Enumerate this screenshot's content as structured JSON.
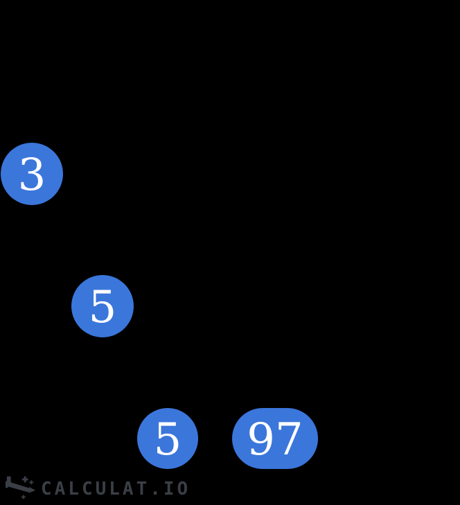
{
  "diagram": {
    "type": "factor-tree",
    "nodes": [
      {
        "value": "3",
        "shape": "circle"
      },
      {
        "value": "5",
        "shape": "circle"
      },
      {
        "value": "5",
        "shape": "circle"
      },
      {
        "value": "97",
        "shape": "pill"
      }
    ]
  },
  "watermark": {
    "text": "CALCULAT.IO",
    "icon": "wand-sparkles-icon"
  },
  "colors": {
    "background": "#000000",
    "node-fill": "#3B76DB",
    "node-text": "#FFFFFF",
    "watermark": "#3A3F46"
  }
}
